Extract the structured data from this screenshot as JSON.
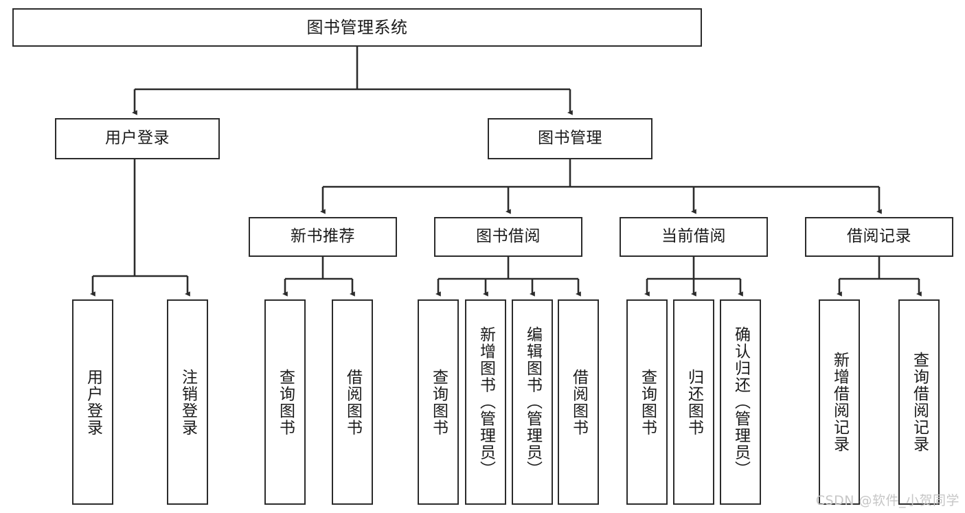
{
  "diagram": {
    "title": "图书管理系统",
    "type": "tree-hierarchy-diagram",
    "colors": {
      "box_border": "#2b2b2b",
      "box_fill": "#ffffff",
      "edge": "#2b2b2b",
      "text": "#1a1a1a",
      "watermark": "#c6c6c6"
    },
    "root": {
      "label": "图书管理系统"
    },
    "level2": [
      {
        "label": "用户登录"
      },
      {
        "label": "图书管理"
      }
    ],
    "level3": [
      {
        "label": "新书推荐"
      },
      {
        "label": "图书借阅"
      },
      {
        "label": "当前借阅"
      },
      {
        "label": "借阅记录"
      }
    ],
    "leaves": {
      "user_login": [
        {
          "label": "用户登录"
        },
        {
          "label": "注销登录"
        }
      ],
      "new_book_recommend": [
        {
          "label": "查询图书"
        },
        {
          "label": "借阅图书"
        }
      ],
      "book_borrow": [
        {
          "label": "查询图书"
        },
        {
          "label": "新增图书（管理员）"
        },
        {
          "label": "编辑图书（管理员）"
        },
        {
          "label": "借阅图书"
        }
      ],
      "current_borrow": [
        {
          "label": "查询图书"
        },
        {
          "label": "归还图书"
        },
        {
          "label": "确认归还（管理员）"
        }
      ],
      "borrow_record": [
        {
          "label": "新增借阅记录"
        },
        {
          "label": "查询借阅记录"
        }
      ]
    }
  },
  "watermark": {
    "text": "CSDN @软件_小贺同学"
  }
}
